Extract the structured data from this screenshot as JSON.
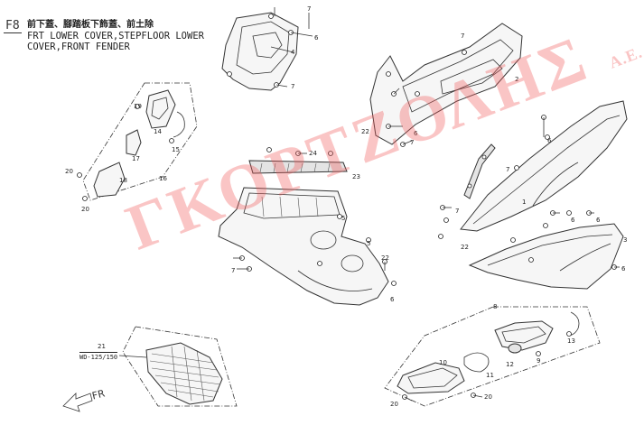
{
  "header": {
    "section_code": "F8",
    "title_chinese": "前下蓋、腳踏板下飾蓋、前土除",
    "title_en_line1": "FRT LOWER COVER,STEPFLOOR LOWER",
    "title_en_line2": "COVER,FRONT FENDER"
  },
  "watermark": {
    "text": "ΓΚΟΡΤΖΟΛΗΣ",
    "suffix": "Α.Ε.",
    "color": "#f05a5a"
  },
  "direction_label": "FR",
  "model_note": "WD-125/150",
  "callouts": {
    "c1": "1",
    "c2": "2",
    "c3": "3",
    "c4": "4",
    "c5": "5",
    "c5b": "5",
    "c6a": "6",
    "c6b": "6",
    "c6c": "6",
    "c6d": "6",
    "c6e": "6",
    "c6f": "6",
    "c6g": "6",
    "c7a": "7",
    "c7b": "7",
    "c7c": "7",
    "c7d": "7",
    "c7e": "7",
    "c7f": "7",
    "c7g": "7",
    "c8": "8",
    "c9": "9",
    "c10": "10",
    "c11": "11",
    "c12": "12",
    "c13": "13",
    "c14": "14",
    "c15": "15",
    "c16": "16",
    "c17": "17",
    "c18": "18",
    "c19": "19",
    "c20a": "20",
    "c20b": "20",
    "c20c": "20",
    "c20d": "20",
    "c21": "21",
    "c22a": "22",
    "c22b": "22",
    "c22c": "22",
    "c23": "23",
    "c24": "24"
  }
}
